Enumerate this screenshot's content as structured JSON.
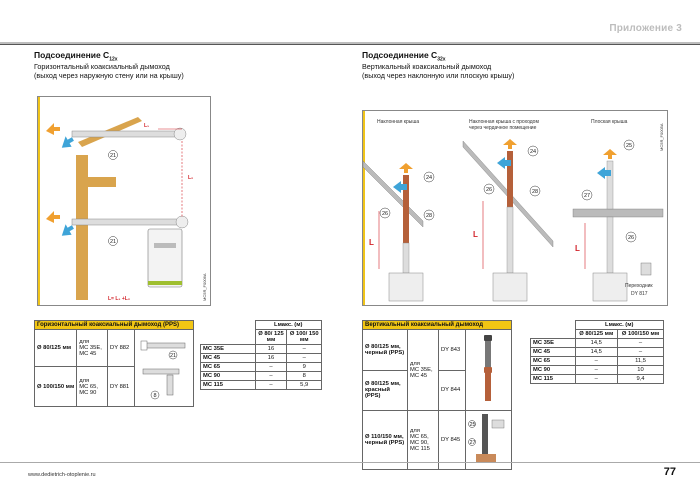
{
  "header": {
    "title": "Приложение 3"
  },
  "left": {
    "title": "Подсоединение C",
    "title_sub": "12x",
    "subtitle_line1": "Горизонтальный коаксиальный дымоход",
    "subtitle_line2": "(выход через наружную стену или на крышу)",
    "diagram": {
      "labels": {
        "l1": "L₁",
        "l2": "L₂",
        "sum": "L= L₁ +L₂"
      },
      "callouts": [
        "21",
        "21"
      ],
      "code": "MC5R_F0006A"
    },
    "table1": {
      "header": "Горизонтальный коаксиальный дымоход (PPS)",
      "rows": [
        {
          "dim": "Ø 80/125 мм",
          "for": "для",
          "models": "MC 35E, MC 45",
          "code": "DY 882",
          "callout": "21"
        },
        {
          "dim": "Ø 100/150 мм",
          "for": "для",
          "models": "MC 65, MC 90",
          "code": "DY 881",
          "callout": "8"
        }
      ]
    },
    "table2": {
      "lmax": "Lмакс. (м)",
      "col1": "Ø 80/ 125 мм",
      "col2": "Ø 100/ 150 мм",
      "rows": [
        {
          "model": "MC 35E",
          "a": "16",
          "b": "–"
        },
        {
          "model": "MC 45",
          "a": "16",
          "b": "–"
        },
        {
          "model": "MC 65",
          "a": "–",
          "b": "9"
        },
        {
          "model": "MC 90",
          "a": "–",
          "b": "8"
        },
        {
          "model": "MC 115",
          "a": "–",
          "b": "5,9"
        }
      ]
    }
  },
  "right": {
    "title": "Подсоединение C",
    "title_sub": "32x",
    "subtitle_line1": "Вертикальный коаксиальный дымоход",
    "subtitle_line2": "(выход через наклонную или плоскую крышу)",
    "diagram": {
      "cap1": "Наклонная крыша",
      "cap2_line1": "Наклонная крыша с проходом",
      "cap2_line2": "через чердачное помещение",
      "cap3": "Плоская крыша",
      "callouts": [
        "24",
        "26",
        "28",
        "24",
        "26",
        "28",
        "25",
        "27",
        "26"
      ],
      "L": "L",
      "adapter_line1": "Переходник",
      "adapter_line2": "DY 817",
      "code": "MC5R_F0005A"
    },
    "table1": {
      "header": "Вертикальный коаксиальный дымоход",
      "rows": [
        {
          "dim": "Ø 80/125 мм, черный (PPS)",
          "for": "для",
          "models": "MC 35E, MC 45",
          "code": "DY 843"
        },
        {
          "dim": "Ø 80/125 мм, красный (PPS)",
          "for": "",
          "models": "",
          "code": "DY 844"
        },
        {
          "dim": "Ø 110/150 мм, черный (PPS)",
          "for": "для",
          "models": "MC 65, MC 90, MC 115",
          "code": "DY 845",
          "c1": "25",
          "c2": "27"
        }
      ]
    },
    "table2": {
      "lmax": "Lмакс. (м)",
      "col1": "Ø 80/125 мм",
      "col2": "Ø 100/150 мм",
      "rows": [
        {
          "model": "MC 35E",
          "a": "14,5",
          "b": "–"
        },
        {
          "model": "MC 45",
          "a": "14,5",
          "b": "–"
        },
        {
          "model": "MC 65",
          "a": "–",
          "b": "11,5"
        },
        {
          "model": "MC 90",
          "a": "–",
          "b": "10"
        },
        {
          "model": "MC 115",
          "a": "–",
          "b": "9,4"
        }
      ]
    }
  },
  "footer": {
    "url": "www.dedietrich-otoplenie.ru",
    "page": "77"
  },
  "colors": {
    "accent": "#f2c614",
    "pipe_red": "#b5603a",
    "arrow_blue": "#3ea4d8",
    "arrow_orange": "#f0a030",
    "dim_red": "#d2232a"
  }
}
